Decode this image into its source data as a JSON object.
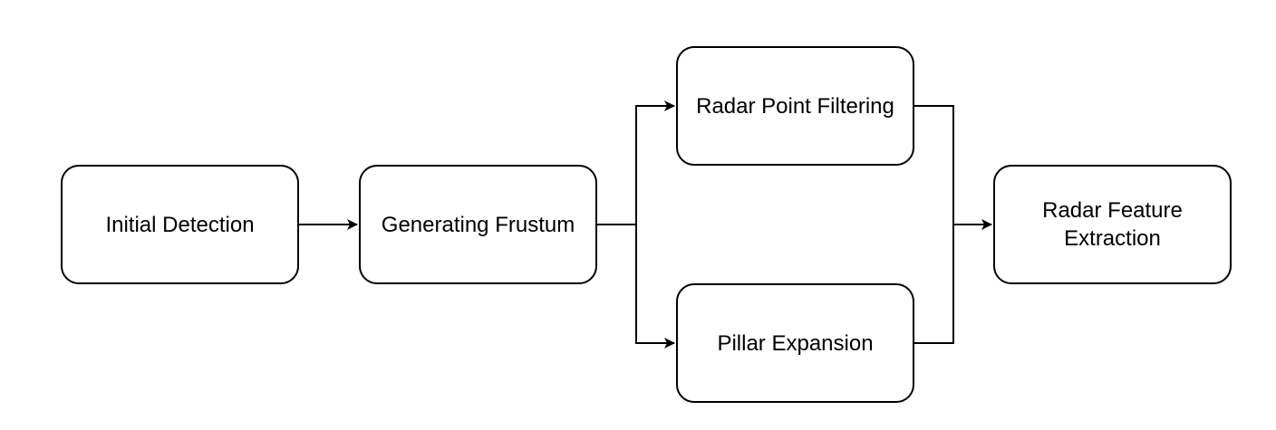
{
  "diagram": {
    "nodes": {
      "initial_detection": "Initial Detection",
      "generating_frustum": "Generating Frustum",
      "radar_point_filtering": "Radar Point Filtering",
      "pillar_expansion": "Pillar Expansion",
      "radar_feature_extraction": "Radar Feature Extraction"
    },
    "edges": [
      {
        "from": "initial_detection",
        "to": "generating_frustum"
      },
      {
        "from": "generating_frustum",
        "to": "radar_point_filtering"
      },
      {
        "from": "generating_frustum",
        "to": "pillar_expansion"
      },
      {
        "from": "radar_point_filtering",
        "to": "radar_feature_extraction"
      },
      {
        "from": "pillar_expansion",
        "to": "radar_feature_extraction"
      }
    ],
    "colors": {
      "stroke": "#000000",
      "fill": "#ffffff",
      "text": "#000000"
    }
  }
}
